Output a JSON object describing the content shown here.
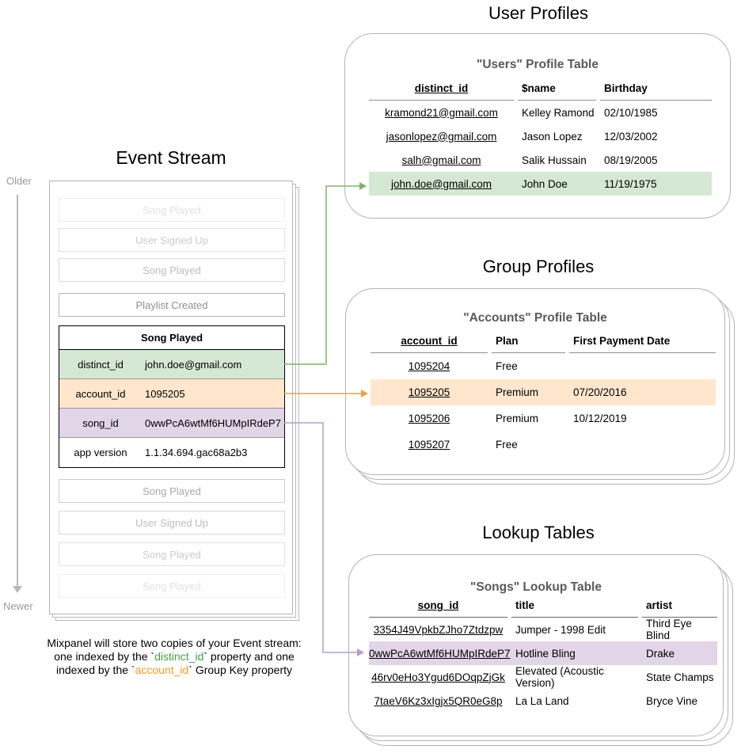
{
  "colors": {
    "highlight_green": "#d5e8d4",
    "highlight_orange": "#ffe6cc",
    "highlight_purple": "#e1d5e7",
    "arrow_green": "#82b366",
    "arrow_orange": "#e8a33d",
    "arrow_purple": "#b1a0c7",
    "caption_green": "#43a047",
    "caption_orange": "#f29c1f"
  },
  "event_stream": {
    "title": "Event Stream",
    "older_label": "Older",
    "newer_label": "Newer",
    "events_before": [
      "Song Played",
      "User Signed Up",
      "Song Played",
      "Playlist Created"
    ],
    "expanded_event": {
      "name": "Song Played",
      "properties": [
        {
          "key": "distinct_id",
          "value": "john.doe@gmail.com"
        },
        {
          "key": "account_id",
          "value": "1095205"
        },
        {
          "key": "song_id",
          "value": "0wwPcA6wtMf6HUMpIRdeP7"
        },
        {
          "key": "app version",
          "value": "1.1.34.694.gac68a2b3"
        }
      ]
    },
    "events_after": [
      "Song Played",
      "User Signed Up",
      "Song Played",
      "Song Played"
    ]
  },
  "user_profiles": {
    "section_title": "User Profiles",
    "table_title": "\"Users\" Profile Table",
    "columns": [
      "distinct_id",
      "$name",
      "Birthday"
    ],
    "rows": [
      {
        "distinct_id": "kramond21@gmail.com",
        "name": "Kelley Ramond",
        "birthday": "02/10/1985"
      },
      {
        "distinct_id": "jasonlopez@gmail.com",
        "name": "Jason Lopez",
        "birthday": "12/03/2002"
      },
      {
        "distinct_id": "salh@gmail.com",
        "name": "Salik Hussain",
        "birthday": "08/19/2005"
      },
      {
        "distinct_id": "john.doe@gmail.com",
        "name": "John Doe",
        "birthday": "11/19/1975"
      }
    ]
  },
  "group_profiles": {
    "section_title": "Group Profiles",
    "table_title": "\"Accounts\" Profile Table",
    "columns": [
      "account_id",
      "Plan",
      "First Payment Date"
    ],
    "rows": [
      {
        "account_id": "1095204",
        "plan": "Free",
        "first_payment_date": ""
      },
      {
        "account_id": "1095205",
        "plan": "Premium",
        "first_payment_date": "07/20/2016"
      },
      {
        "account_id": "1095206",
        "plan": "Premium",
        "first_payment_date": "10/12/2019"
      },
      {
        "account_id": "1095207",
        "plan": "Free",
        "first_payment_date": ""
      }
    ]
  },
  "lookup_tables": {
    "section_title": "Lookup Tables",
    "table_title": "\"Songs\" Lookup Table",
    "columns": [
      "song_id",
      "title",
      "artist"
    ],
    "rows": [
      {
        "song_id": "3354J49VpkbZJho7Ztdzpw",
        "title": "Jumper - 1998 Edit",
        "artist": "Third Eye Blind"
      },
      {
        "song_id": "0wwPcA6wtMf6HUMpIRdeP7",
        "title": "Hotline Bling",
        "artist": "Drake"
      },
      {
        "song_id": "46rv0eHo3Ygud6DOqpZjGk",
        "title": "Elevated (Acoustic Version)",
        "artist": "State Champs"
      },
      {
        "song_id": "7taeV6Kz3xIgjx5QR0eG8p",
        "title": "La La Land",
        "artist": "Bryce Vine"
      }
    ]
  },
  "caption": {
    "line1": "Mixpanel will store two copies of your Event stream:",
    "line2_pre": "one indexed by the `",
    "line2_code": "distinct_id",
    "line2_post": "` property and one",
    "line3_pre": "indexed by the `",
    "line3_code": "account_id",
    "line3_post": "` Group Key property"
  }
}
